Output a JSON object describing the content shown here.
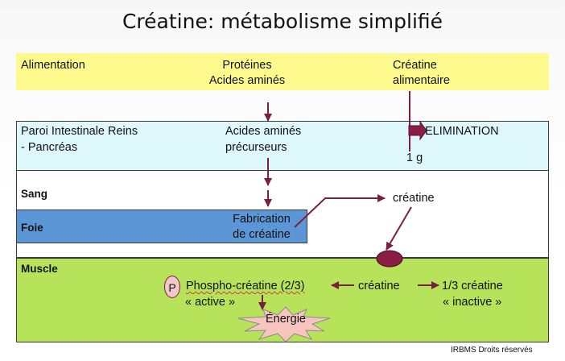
{
  "title": "Créatine: métabolisme simplifié",
  "food": {
    "label": "Alimentation",
    "proteins_line1": "Protéines",
    "proteins_line2": "Acides aminés",
    "creatine_line1": "Créatine",
    "creatine_line2": "alimentaire"
  },
  "gut": {
    "label_line1": "Paroi Intestinale Reins",
    "label_line2": "- Pancréas",
    "amino_line1": "Acides aminés",
    "amino_line2": "précurseurs",
    "elimination": "ELIMINATION",
    "elimination_amount": "1 g"
  },
  "blood": {
    "label": "Sang",
    "creatine": "créatine"
  },
  "liver": {
    "label": "Foie",
    "synthesis_line1": "Fabrication",
    "synthesis_line2": "de créatine"
  },
  "muscle": {
    "label": "Muscle",
    "phospho_symbol": "P",
    "phospho": "Phospho-créatine (2/3)",
    "active": "« active »",
    "creatine": "créatine",
    "inactive_line1": "1/3 créatine",
    "inactive_line2": "« inactive »",
    "energy": "Énergie"
  },
  "credits": "IRBMS Droits réservés",
  "colors": {
    "food_band": "#fdf98c",
    "gut_band": "#ddf7fb",
    "liver_band": "#5b96d6",
    "muscle_band": "#b6e35a",
    "arrow": "#7a1f3d",
    "energy_star": "#f8c4c0"
  }
}
